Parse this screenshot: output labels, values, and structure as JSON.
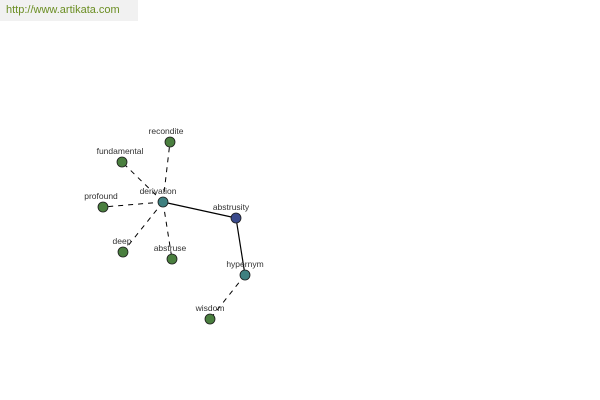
{
  "watermark": {
    "text": "http://www.artikata.com"
  },
  "graph": {
    "colors": {
      "word_node": "#4a7f3f",
      "relation_node": "#3f8080",
      "center_node": "#3a4a8c"
    },
    "nodes": [
      {
        "id": "abstrusity",
        "label": "abstrusity",
        "kind": "center"
      },
      {
        "id": "derivation",
        "label": "derivation",
        "kind": "relation"
      },
      {
        "id": "hypernym",
        "label": "hypernym",
        "kind": "relation"
      },
      {
        "id": "recondite",
        "label": "recondite",
        "kind": "word"
      },
      {
        "id": "fundamental",
        "label": "fundamental",
        "kind": "word"
      },
      {
        "id": "profound",
        "label": "profound",
        "kind": "word"
      },
      {
        "id": "deep",
        "label": "deep",
        "kind": "word"
      },
      {
        "id": "abstruse",
        "label": "abstruse",
        "kind": "word"
      },
      {
        "id": "wisdom",
        "label": "wisdom",
        "kind": "word"
      }
    ],
    "edges": [
      {
        "from": "abstrusity",
        "to": "derivation",
        "style": "solid"
      },
      {
        "from": "abstrusity",
        "to": "hypernym",
        "style": "solid"
      },
      {
        "from": "derivation",
        "to": "recondite",
        "style": "dashed"
      },
      {
        "from": "derivation",
        "to": "fundamental",
        "style": "dashed"
      },
      {
        "from": "derivation",
        "to": "profound",
        "style": "dashed"
      },
      {
        "from": "derivation",
        "to": "deep",
        "style": "dashed"
      },
      {
        "from": "derivation",
        "to": "abstruse",
        "style": "dashed"
      },
      {
        "from": "hypernym",
        "to": "wisdom",
        "style": "dashed"
      }
    ]
  }
}
